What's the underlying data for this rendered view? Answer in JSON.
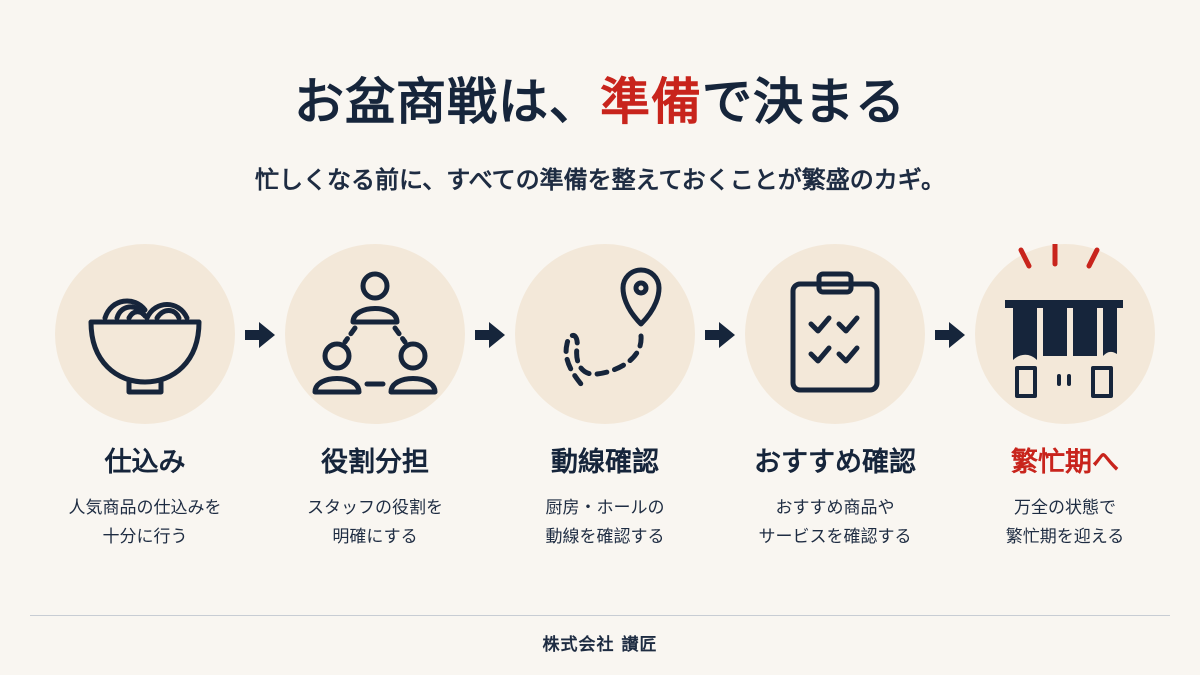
{
  "title": {
    "prefix": "お盆商戦は、",
    "accent": "準備",
    "suffix": "で決まる"
  },
  "subtitle": "忙しくなる前に、すべての準備を整えておくことが繁盛のカギ。",
  "steps": [
    {
      "icon": "udon-bowl-icon",
      "title": "仕込み",
      "desc": [
        "人気商品の仕込みを",
        "十分に行う"
      ]
    },
    {
      "icon": "team-roles-icon",
      "title": "役割分担",
      "desc": [
        "スタッフの役割を",
        "明確にする"
      ]
    },
    {
      "icon": "route-path-icon",
      "title": "動線確認",
      "desc": [
        "厨房・ホールの",
        "動線を確認する"
      ]
    },
    {
      "icon": "clipboard-checklist-icon",
      "title": "おすすめ確認",
      "desc": [
        "おすすめ商品や",
        "サービスを確認する"
      ]
    },
    {
      "icon": "shop-noren-icon",
      "title": "繁忙期へ",
      "desc": [
        "万全の状態で",
        "繁忙期を迎える"
      ]
    }
  ],
  "footer": "株式会社 讃匠",
  "colors": {
    "navy": "#16253b",
    "accent": "#c8241c",
    "circle": "#f3e8d9",
    "background": "#f9f6f1"
  }
}
